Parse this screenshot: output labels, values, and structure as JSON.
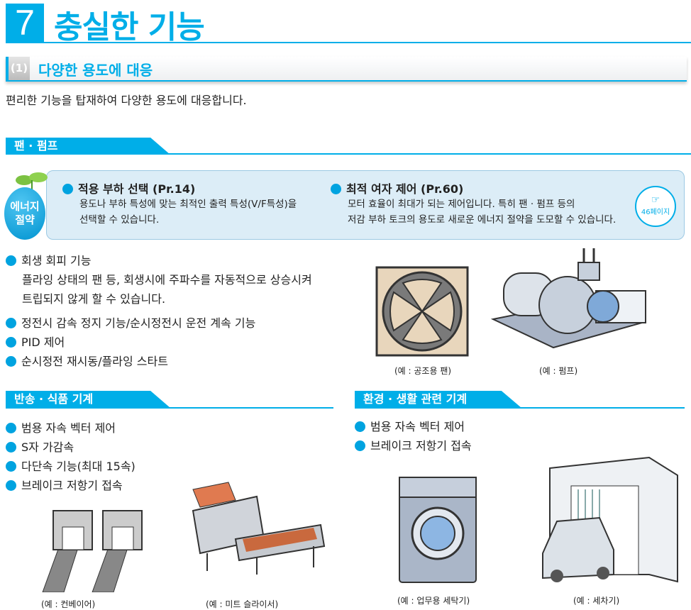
{
  "header": {
    "number": "7",
    "title": "충실한 기능"
  },
  "subsection": {
    "number": "(1)",
    "title": "다양한 용도에 대응"
  },
  "intro": "편리한 기능을 탑재하여 다양한 용도에 대응합니다.",
  "fan_pump": {
    "tab": "팬 · 펌프",
    "badge": [
      "에너지",
      "절약"
    ],
    "features": [
      {
        "title": "적용 부하 선택 (Pr.14)",
        "lines": [
          "용도나 부하 특성에 맞는 최적인 출력 특성(V/F특성)을",
          "선택할 수 있습니다."
        ]
      },
      {
        "title": "최적 여자 제어 (Pr.60)",
        "lines": [
          "모터 효율이 최대가 되는 제어입니다. 특히 팬 · 펌프 등의",
          "저감 부하 토크의 용도로 새로운 에너지 절약을 도모할 수 있습니다."
        ]
      }
    ],
    "page_ref": "46페이지",
    "items": [
      {
        "label": "회생 회피 기능",
        "desc": [
          "플라잉 상태의 팬 등, 회생시에 주파수를 자동적으로 상승시켜",
          "트립되지 않게 할 수 있습니다."
        ]
      },
      {
        "label": "정전시 감속 정지 기능/순시정전시 운전 계속 기능"
      },
      {
        "label": "PID 제어"
      },
      {
        "label": "순시정전 재시동/플라잉 스타트"
      }
    ],
    "captions": [
      "(예 : 공조용 팬)",
      "(예 : 펌프)"
    ]
  },
  "conveyor": {
    "tab": "반송 · 식품 기계",
    "items": [
      "범용 자속 벡터 제어",
      "S자 가감속",
      "다단속 기능(최대 15속)",
      "브레이크 저항기 접속"
    ],
    "captions": [
      "(예 : 컨베이어)",
      "(예 : 미트 슬라이서)"
    ]
  },
  "environment": {
    "tab": "환경 · 생활 관련 기계",
    "items": [
      "범용 자속 벡터 제어",
      "브레이크 저항기 접속"
    ],
    "captions": [
      "(예 : 업무용 세탁기)",
      "(예 : 세차기)"
    ]
  }
}
